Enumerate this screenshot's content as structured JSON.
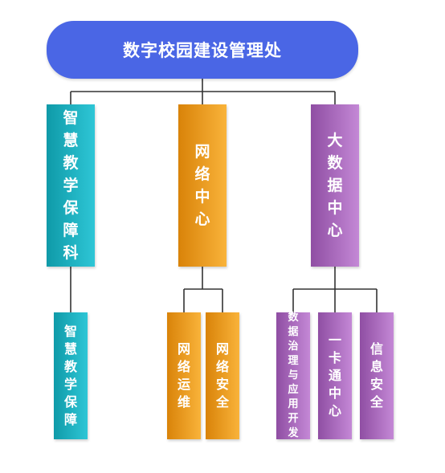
{
  "root": {
    "label": "数字校园建设管理处",
    "color": "#4a66e5"
  },
  "departments": [
    {
      "label": "智慧教学保障科",
      "color": "teal",
      "children": [
        {
          "label": "智慧教学保障"
        }
      ]
    },
    {
      "label": "网络中心",
      "color": "orange",
      "children": [
        {
          "label": "网络运维"
        },
        {
          "label": "网络安全"
        }
      ]
    },
    {
      "label": "大数据中心",
      "color": "purple",
      "children": [
        {
          "label": "数据治理与应用开发"
        },
        {
          "label": "一卡通中心"
        },
        {
          "label": "信息安全"
        }
      ]
    }
  ]
}
